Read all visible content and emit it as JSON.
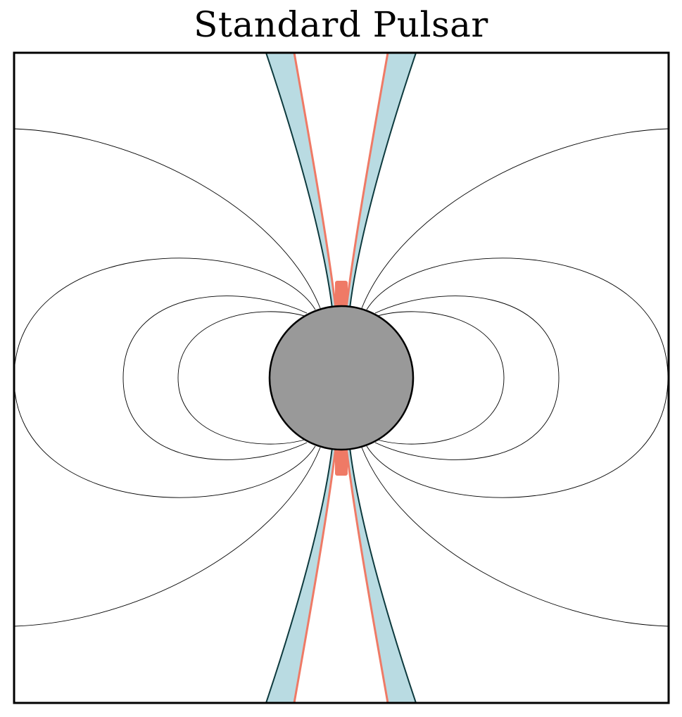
{
  "title": "Standard Pulsar",
  "colors": {
    "star_fill": "#999999",
    "open_field_band": "#b9dbe2",
    "band_edge": "#0e3a3e",
    "polar_cap": "#ef7a66",
    "field_lines": "#000000",
    "background": "#ffffff"
  },
  "elements": {
    "star": "neutron-star",
    "closed_field_line_loops": 4,
    "open_field_bundles": 4,
    "polar_caps": 2
  }
}
